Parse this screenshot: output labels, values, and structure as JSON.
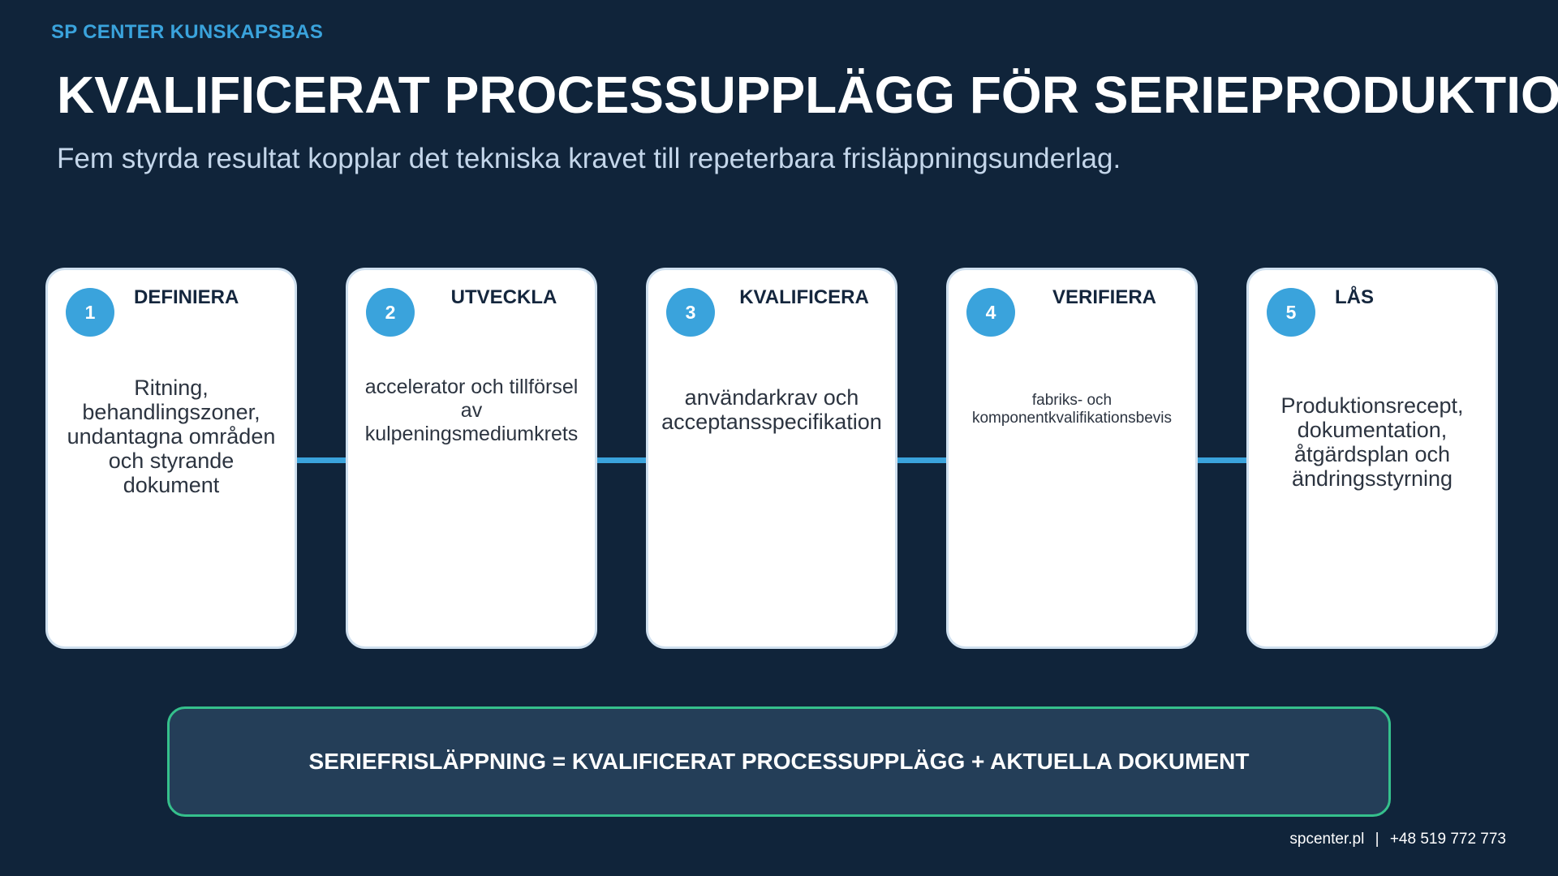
{
  "brand": "SP CENTER KUNSKAPSBAS",
  "title": "KVALIFICERAT PROCESSUPPLÄGG FÖR SERIEPRODUKTION",
  "subtitle": "Fem styrda resultat kopplar det tekniska kravet till repeterbara frisläppningsunderlag.",
  "steps": [
    {
      "number": "1",
      "label": "DEFINIERA",
      "description": "Ritning, behandlingszoner, undantagna områden och styrande dokument"
    },
    {
      "number": "2",
      "label": "UTVECKLA",
      "description": "accelerator och tillförsel av kulpeningsmediumkrets"
    },
    {
      "number": "3",
      "label": "KVALIFICERA",
      "description": "användarkrav och acceptansspecifikation"
    },
    {
      "number": "4",
      "label": "VERIFIERA",
      "description": "fabriks- och komponentkvalifikationsbevis"
    },
    {
      "number": "5",
      "label": "LÅS",
      "description": "Produktionsrecept, dokumentation, åtgärdsplan och ändringsstyrning"
    }
  ],
  "formula": "SERIEFRISLÄPPNING = KVALIFICERAT PROCESSUPPLÄGG + AKTUELLA DOKUMENT",
  "footer": {
    "website": "spcenter.pl",
    "separator": "|",
    "phone": "+48 519 772 773"
  },
  "colors": {
    "background": "#10243a",
    "accent": "#3aa3dc",
    "formula_border": "#35c08c",
    "card": "#ffffff"
  }
}
